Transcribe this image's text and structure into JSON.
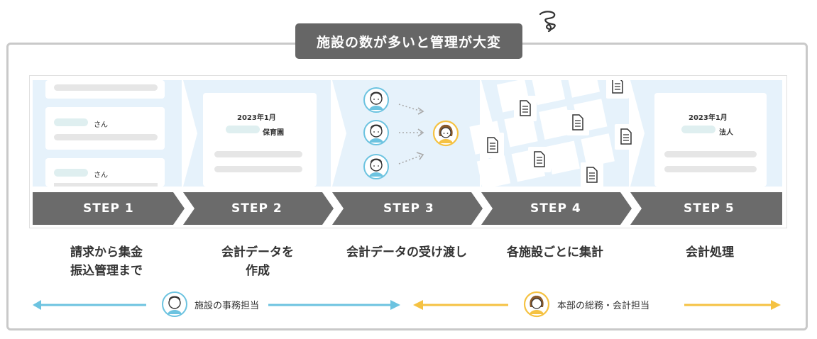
{
  "title": "施設の数が多いと管理が大変",
  "steps": [
    {
      "label": "STEP 1",
      "caption": [
        "請求から集金",
        "振込管理まで"
      ]
    },
    {
      "label": "STEP 2",
      "caption": [
        "会計データを",
        "作成"
      ]
    },
    {
      "label": "STEP 3",
      "caption": [
        "会計データの受け渡し"
      ]
    },
    {
      "label": "STEP 4",
      "caption": [
        "各施設ごとに集計"
      ]
    },
    {
      "label": "STEP 5",
      "caption": [
        "会計処理"
      ]
    }
  ],
  "cards": {
    "step1_san_a": "さん",
    "step1_san_b": "さん",
    "step2_date": "2023年1月",
    "step2_name": "保育園",
    "step5_date": "2023年1月",
    "step5_name": "法人"
  },
  "roles": {
    "left": "施設の事務担当",
    "right": "本部の総務・会計担当"
  },
  "colors": {
    "step_bar": "#6b6b6b",
    "light_blue": "#e6f2fb",
    "arrow_blue": "#6cc3e0",
    "arrow_yellow": "#f5c242",
    "title_bg": "#666666"
  },
  "icons": [
    "swirl-icon",
    "man-avatar-icon",
    "woman-avatar-icon",
    "document-icon"
  ]
}
